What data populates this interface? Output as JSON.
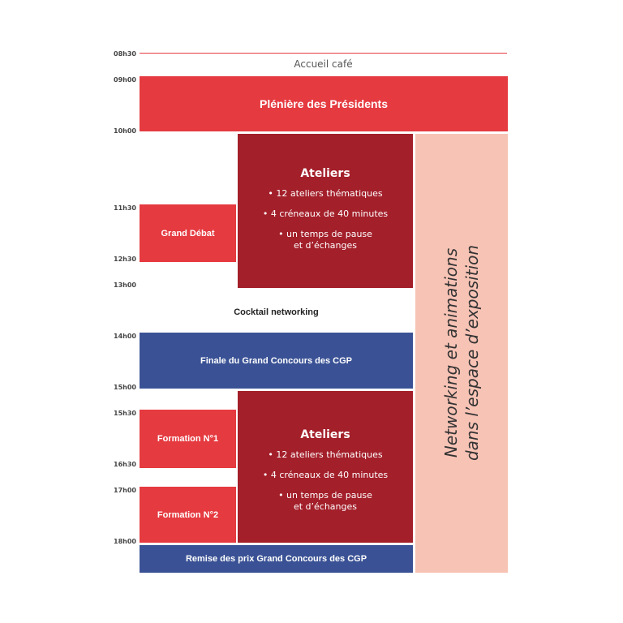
{
  "times": [
    "08h30",
    "09h00",
    "10h00",
    "11h30",
    "12h30",
    "13h00",
    "14h00",
    "15h00",
    "15h30",
    "16h30",
    "17h00",
    "18h00"
  ],
  "schedule": {
    "accueil": "Accueil café",
    "pleniere": "Plénière des Présidents",
    "grand_debat": "Grand Débat",
    "cocktail": "Cocktail networking",
    "finale": "Finale du Grand Concours des CGP",
    "formation1": "Formation N°1",
    "formation2": "Formation N°2",
    "remise": "Remise des prix Grand Concours des CGP",
    "ateliers": {
      "title": "Ateliers",
      "bullets": [
        "• 12 ateliers thématiques",
        "• 4 créneaux de 40 minutes",
        "• un temps de pause",
        "et d’échanges"
      ]
    },
    "networking": [
      "Networking et animations",
      "dans l’espace d’exposition"
    ]
  },
  "colors": {
    "red": "#e53a40",
    "dark_red": "#a31f2a",
    "blue": "#3a5295",
    "pink": "#f7c3b5"
  }
}
